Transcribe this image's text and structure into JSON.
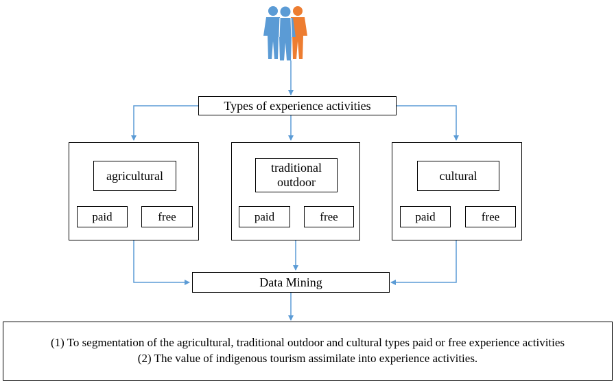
{
  "top_node": {
    "label": "Types of  experience activities"
  },
  "groups": [
    {
      "category": "agricultural",
      "options": [
        "paid",
        "free"
      ]
    },
    {
      "category": "traditional outdoor",
      "options": [
        "paid",
        "free"
      ]
    },
    {
      "category": "cultural",
      "options": [
        "paid",
        "free"
      ]
    }
  ],
  "mining_node": {
    "label": "Data Mining"
  },
  "result": {
    "line1": "(1) To segmentation of the agricultural, traditional outdoor and cultural types paid or free experience activities",
    "line2": "(2) The value of indigenous tourism assimilate into experience activities."
  },
  "colors": {
    "arrow": "#5b9bd5",
    "person_blue": "#5b9bd5",
    "person_orange": "#ed7d31",
    "border": "#000000"
  },
  "icons": {
    "people": "people-group-icon"
  }
}
